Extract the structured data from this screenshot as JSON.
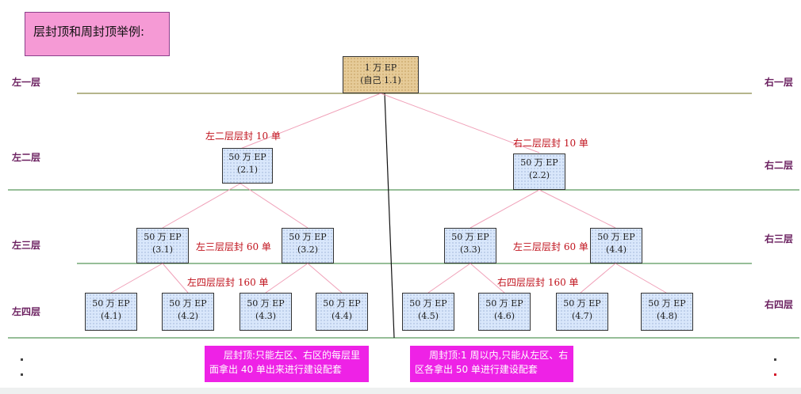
{
  "title": "层封顶和周封顶举例:",
  "levels_left": [
    "左一层",
    "左二层",
    "左三层",
    "左四层"
  ],
  "levels_right": [
    "右一层",
    "右二层",
    "右三层",
    "右四层"
  ],
  "root": {
    "line1": "1 万 EP",
    "line2": "(自己 1.1)"
  },
  "level2": [
    {
      "line1": "50 万 EP",
      "line2": "(2.1)"
    },
    {
      "line1": "50 万 EP",
      "line2": "(2.2)"
    }
  ],
  "level3": [
    {
      "line1": "50 万 EP",
      "line2": "(3.1)"
    },
    {
      "line1": "50 万 EP",
      "line2": "(3.2)"
    },
    {
      "line1": "50 万 EP",
      "line2": "(3.3)"
    },
    {
      "line1": "50 万 EP",
      "line2": "(4.4)"
    }
  ],
  "level4": [
    {
      "line1": "50 万 EP",
      "line2": "(4.1)"
    },
    {
      "line1": "50 万 EP",
      "line2": "(4.2)"
    },
    {
      "line1": "50 万 EP",
      "line2": "(4.3)"
    },
    {
      "line1": "50 万 EP",
      "line2": "(4.4)"
    },
    {
      "line1": "50 万 EP",
      "line2": "(4.5)"
    },
    {
      "line1": "50 万 EP",
      "line2": "(4.6)"
    },
    {
      "line1": "50 万 EP",
      "line2": "(4.7)"
    },
    {
      "line1": "50 万 EP",
      "line2": "(4.8)"
    }
  ],
  "labels": {
    "left_l2": "左二层层封 10 单",
    "right_l2": "右二层层封 10 单",
    "left_l3": "左三层层封 60 单",
    "right_l3": "左三层层封 60 单",
    "left_l4": "左四层层封 160 单",
    "right_l4": "右四层层封 160 单"
  },
  "notes": {
    "left": {
      "line1": "层封顶:只能左区、右区的每层里",
      "line2": "面拿出 40 单出来进行建设配套"
    },
    "right": {
      "line1": "周封顶:1 周以内,只能从左区、右",
      "line2": "区各拿出 50 单进行建设配套"
    }
  },
  "colors": {
    "title_bg": "#f59ad5",
    "note_bg": "#ee22e6",
    "level_text": "#6b2060",
    "label_text": "#c0121c",
    "connector": "#f0a0b8"
  }
}
